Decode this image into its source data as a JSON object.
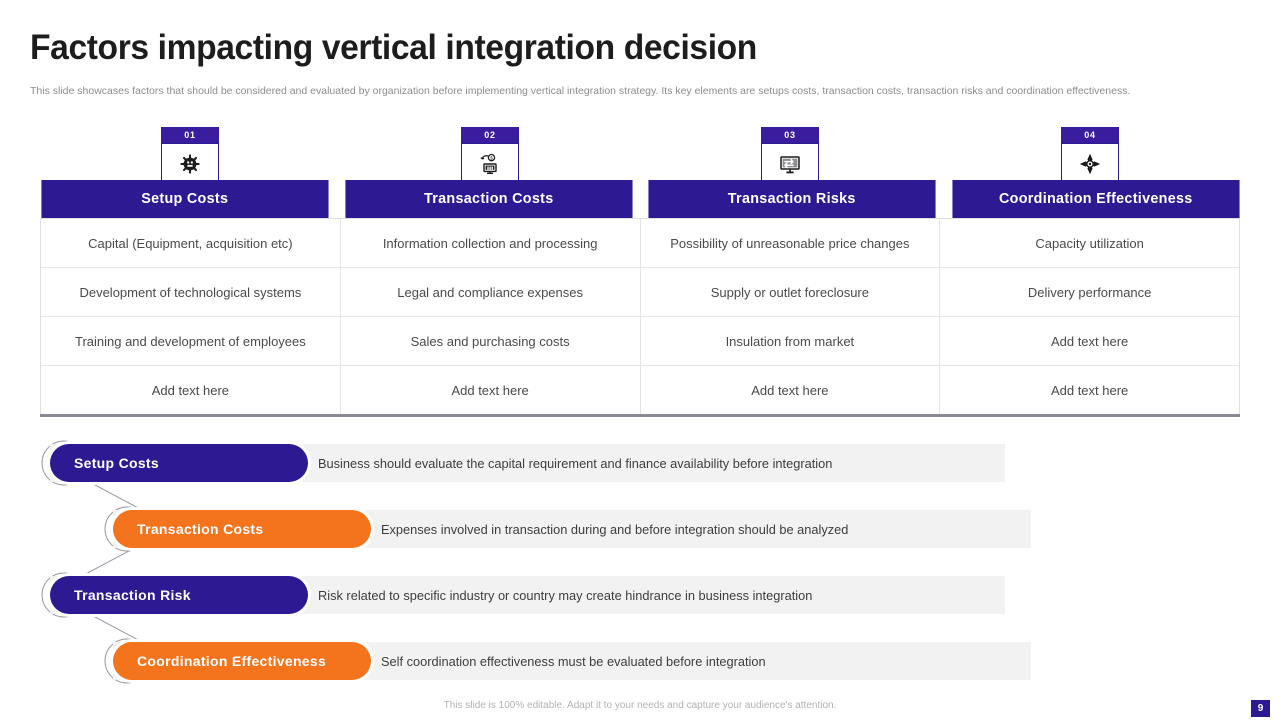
{
  "header": {
    "title": "Factors impacting vertical integration decision",
    "subtitle": "This slide showcases factors that should be considered and evaluated by organization before implementing vertical integration strategy. Its key elements are setups costs, transaction costs, transaction risks and coordination effectiveness."
  },
  "colors": {
    "primary_purple": "#2d1a93",
    "badge_purple": "#3a1d9e",
    "accent_orange": "#f4741d",
    "desc_bg": "#f2f2f2",
    "body_text": "#4a4a4a",
    "muted_text": "#8d8d8d"
  },
  "cards": [
    {
      "number": "01",
      "icon": "gear-icon",
      "title": "Setup Costs"
    },
    {
      "number": "02",
      "icon": "money-monitor-icon",
      "title": "Transaction Costs"
    },
    {
      "number": "03",
      "icon": "monitor-exchange-icon",
      "title": "Transaction Risks"
    },
    {
      "number": "04",
      "icon": "four-way-arrows-icon",
      "title": "Coordination Effectiveness"
    }
  ],
  "table": {
    "headers": [
      "Setup Costs",
      "Transaction Costs",
      "Transaction Risks",
      "Coordination Effectiveness"
    ],
    "rows": [
      [
        "Capital (Equipment, acquisition etc)",
        "Information collection and processing",
        "Possibility of unreasonable price changes",
        "Capacity utilization"
      ],
      [
        "Development of technological systems",
        "Legal and compliance expenses",
        "Supply or outlet foreclosure",
        "Delivery performance"
      ],
      [
        "Training and development of employees",
        "Sales and purchasing costs",
        "Insulation from market",
        "Add text here"
      ],
      [
        "Add text here",
        "Add text here",
        "Add text here",
        "Add text here"
      ]
    ]
  },
  "flow": [
    {
      "label": "Setup Costs",
      "tone": "purple",
      "description": "Business should evaluate the capital requirement and finance availability before integration"
    },
    {
      "label": "Transaction Costs",
      "tone": "orange",
      "description": "Expenses involved in transaction during and before integration should be analyzed"
    },
    {
      "label": "Transaction Risk",
      "tone": "purple",
      "description": "Risk related to specific industry or country may create hindrance in business integration"
    },
    {
      "label": "Coordination Effectiveness",
      "tone": "orange",
      "description": "Self coordination effectiveness must be evaluated before integration"
    }
  ],
  "footer": {
    "note": "This slide is 100% editable. Adapt it to your needs and capture your audience's attention.",
    "page_number": "9"
  }
}
